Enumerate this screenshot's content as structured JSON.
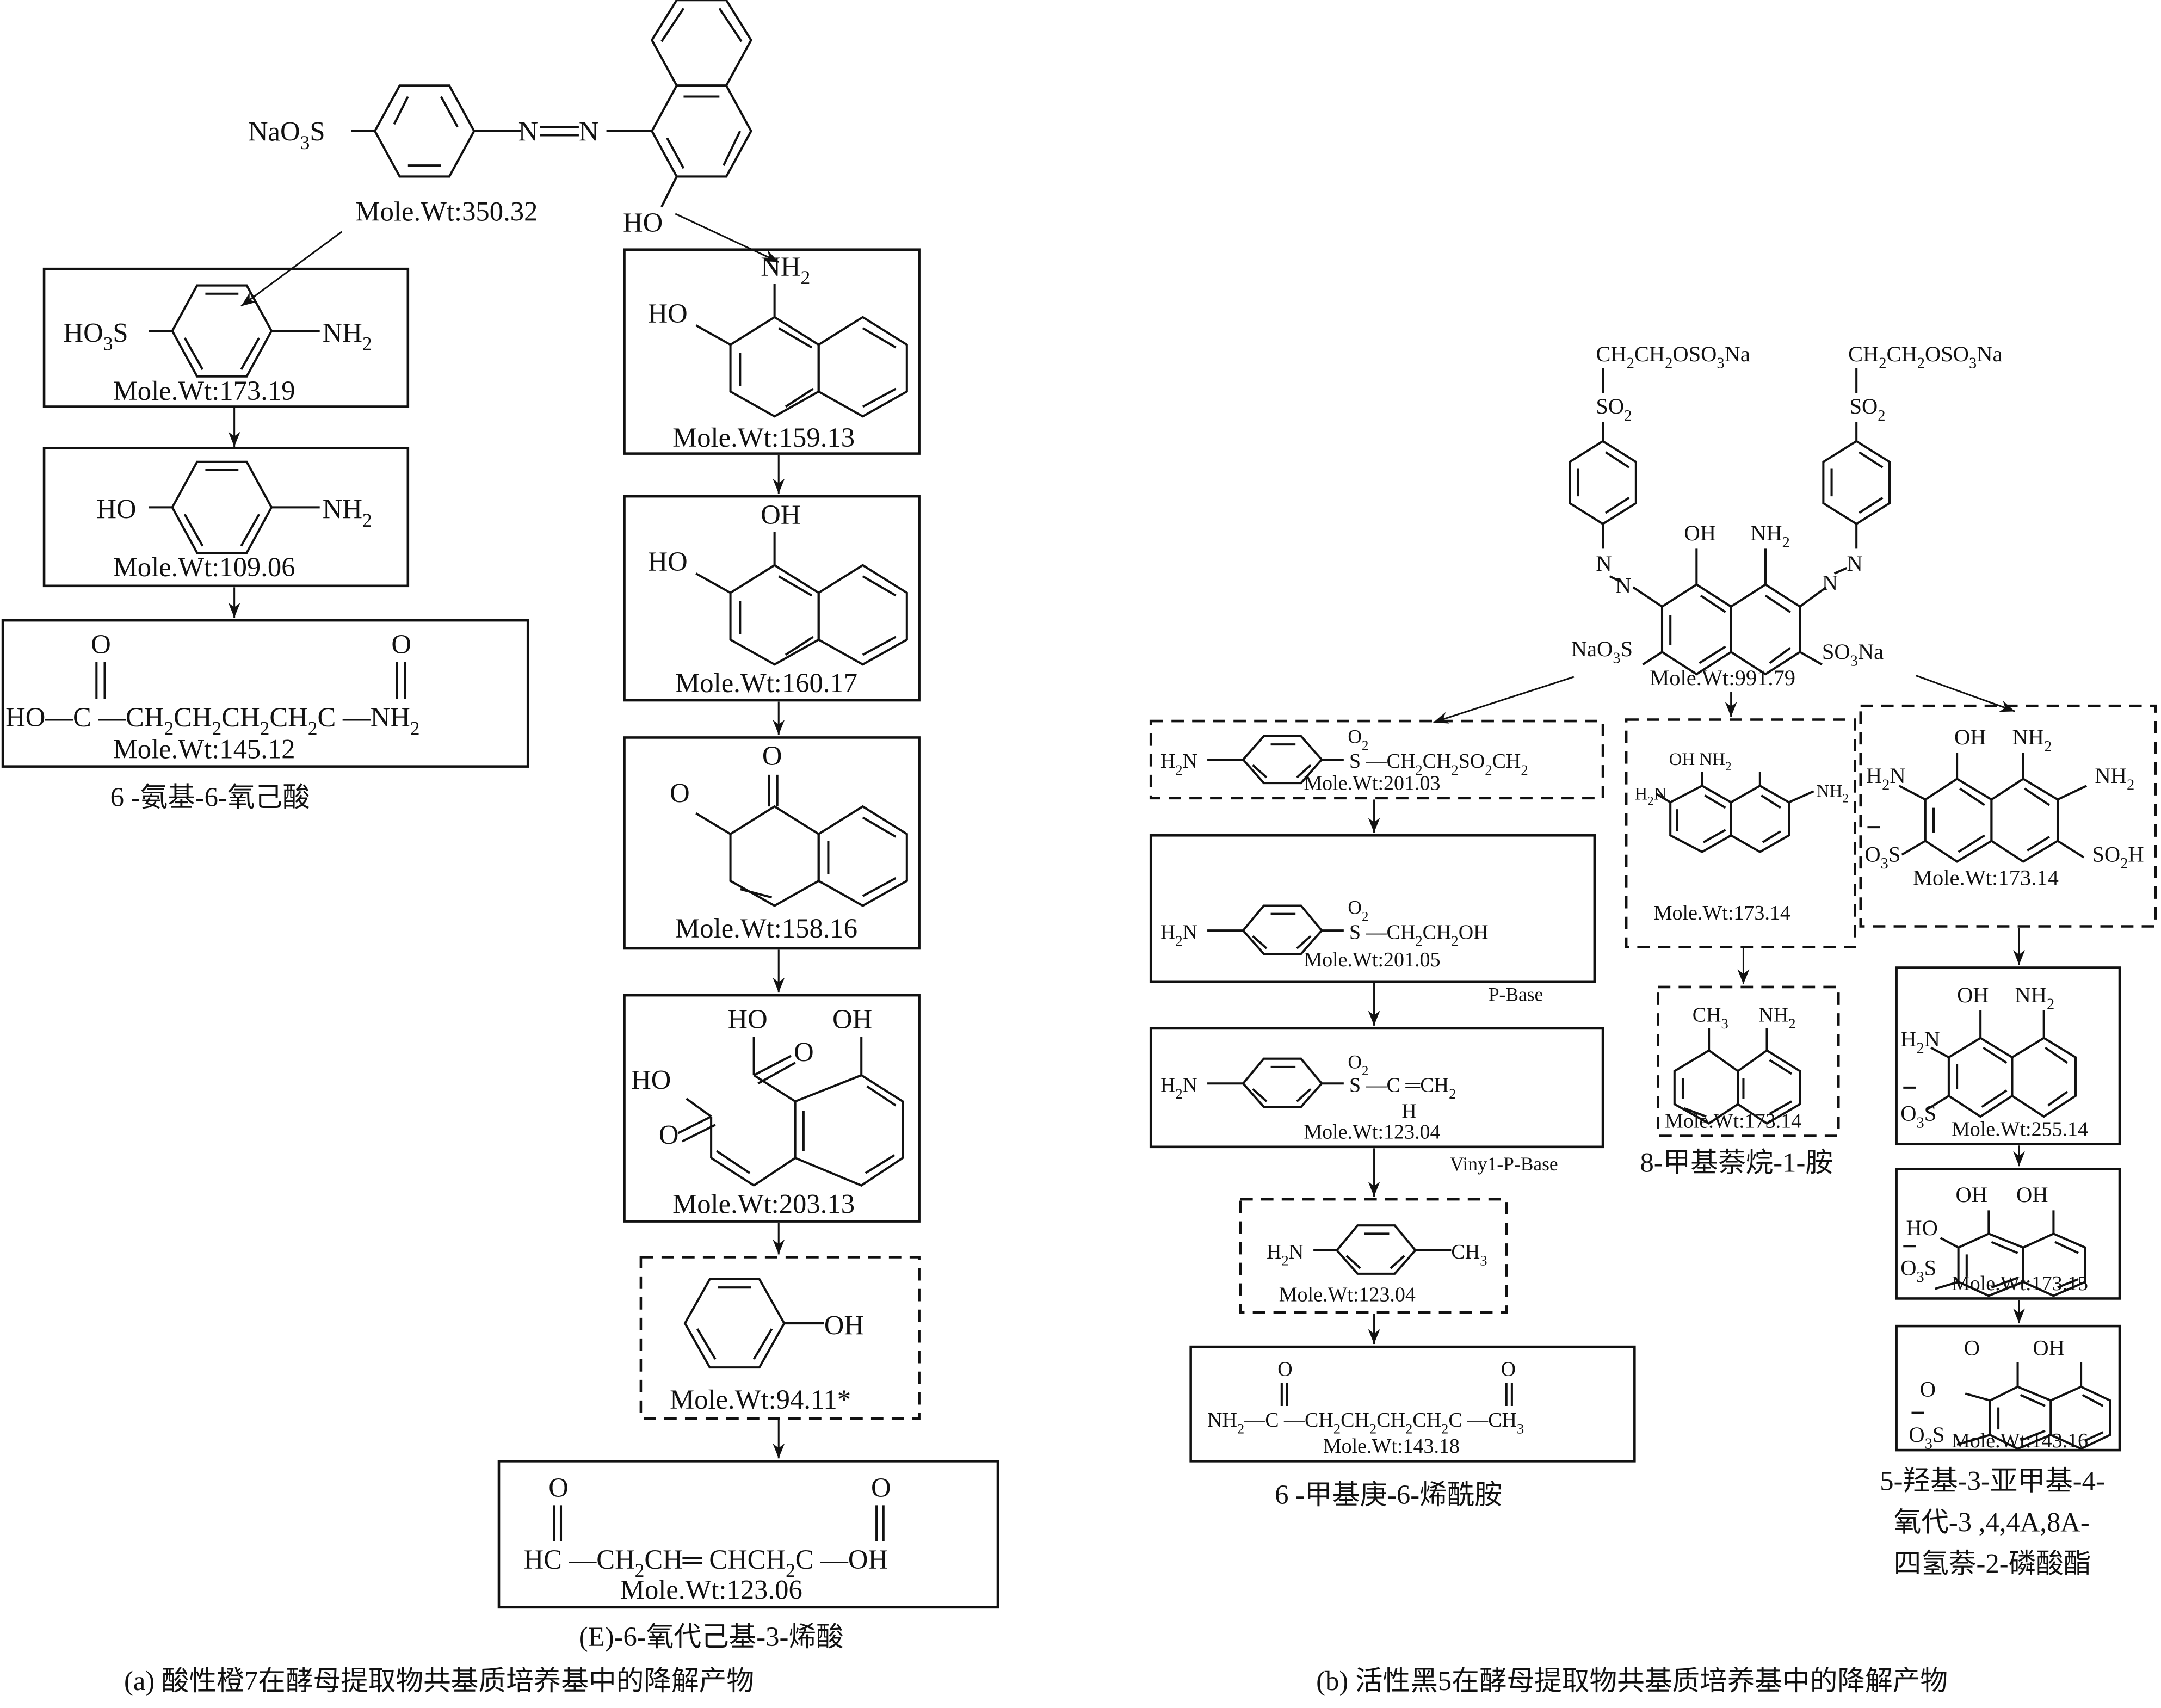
{
  "panel_a": {
    "caption": "(a) 酸性橙7在酵母提取物共基质培养基中的降解产物",
    "parent": {
      "substituent": "NaO3S",
      "azo": "N=N",
      "oh": "HO",
      "mw": "Mole.Wt:350.32"
    },
    "left_branch": [
      {
        "left": "HO3S",
        "right": "NH2",
        "mw": "Mole.Wt:173.19",
        "box": "solid"
      },
      {
        "left": "HO",
        "right": "NH2",
        "mw": "Mole.Wt:109.06",
        "box": "solid"
      },
      {
        "formula": "HO—C—CH2CH2CH2CH2C—NH2",
        "o1": "O",
        "o2": "O",
        "mw": "Mole.Wt:145.12",
        "name": "6 -氨基-6-氧己酸",
        "box": "solid"
      }
    ],
    "right_branch": [
      {
        "top": "NH2",
        "left": "HO",
        "mw": "Mole.Wt:159.13",
        "box": "solid"
      },
      {
        "top": "OH",
        "left": "HO",
        "mw": "Mole.Wt:160.17",
        "box": "solid"
      },
      {
        "top": "O",
        "left": "O",
        "mw": "Mole.Wt:158.16",
        "box": "solid"
      },
      {
        "ho1": "HO",
        "oh": "OH",
        "ho2": "HO",
        "o1": "O",
        "o2": "O",
        "mw": "Mole.Wt:203.13",
        "box": "solid"
      },
      {
        "right": "OH",
        "mw": "Mole.Wt:94.11*",
        "box": "dashed"
      },
      {
        "formula": "HC—CH2CH═ CHCH2C—OH",
        "o1": "O",
        "o2": "O",
        "mw": "Mole.Wt:123.06",
        "name": "(E)-6-氧代己基-3-烯酸",
        "box": "solid"
      }
    ]
  },
  "panel_b": {
    "caption": "(b) 活性黑5在酵母提取物共基质培养基中的降解产物",
    "parent": {
      "chain_left": "CH2CH2OSO3Na",
      "chain_right": "CH2CH2OSO3Na",
      "so2": "SO2",
      "oh": "OH",
      "nh2": "NH2",
      "so3_left": "NaO3S",
      "so3_right": "SO3Na",
      "mw": "Mole.Wt:991.79"
    },
    "col1": [
      {
        "left": "H2N",
        "right": "S—CH2CH2SO2CH2",
        "o2": "O2",
        "mw": "Mole.Wt:201.03",
        "box": "dashed"
      },
      {
        "left": "H2N",
        "right": "S—CH2CH2OH",
        "o2": "O2",
        "mw": "Mole.Wt:201.05",
        "label": "P-Base",
        "box": "solid"
      },
      {
        "left": "H2N",
        "right": "S—C═CH2",
        "o2": "O2",
        "h": "H",
        "mw": "Mole.Wt:123.04",
        "label": "Viny1-P-Base",
        "box": "solid"
      },
      {
        "left": "H2N",
        "right": "CH3",
        "mw": "Mole.Wt:123.04",
        "box": "dashed"
      },
      {
        "formula": "NH2—C—CH2CH2CH2CH2C—CH3",
        "o1": "O",
        "o2": "O",
        "mw": "Mole.Wt:143.18",
        "name": "6 -甲基庚-6-烯酰胺",
        "box": "solid"
      }
    ],
    "col2": [
      {
        "oh": "OH",
        "nh2a": "NH2",
        "h2n": "H2N",
        "nh2b": "NH2",
        "mw": "Mole.Wt:173.14",
        "box": "dashed"
      },
      {
        "ch3": "CH3",
        "nh2": "NH2",
        "mw": "Mole.Wt:173.14",
        "name": "8-甲基萘烷-1-胺",
        "box": "dashed"
      }
    ],
    "col3": [
      {
        "oh": "OH",
        "nh2a": "NH2",
        "h2n": "H2N",
        "nh2b": "NH2",
        "o3s": "O3S",
        "so2h": "SO2H",
        "mw": "Mole.Wt:173.14",
        "box": "dashed"
      },
      {
        "oh": "OH",
        "nh2": "NH2",
        "h2n": "H2N",
        "o3s": "O3S",
        "mw": "Mole.Wt:255.14",
        "box": "solid"
      },
      {
        "oh1": "OH",
        "oh2": "OH",
        "ho": "HO",
        "o3s": "O3S",
        "mw": "Mole.Wt:173.15",
        "box": "solid"
      },
      {
        "o1": "O",
        "oh": "OH",
        "o2": "O",
        "o3s": "O3S",
        "mw": "Mole.Wt:143.16",
        "box": "solid",
        "name_lines": [
          "5-羟基-3-亚甲基-4-",
          "氧代-3 ,4,4A,8A-",
          "四氢萘-2-磷酸酯"
        ]
      }
    ]
  }
}
